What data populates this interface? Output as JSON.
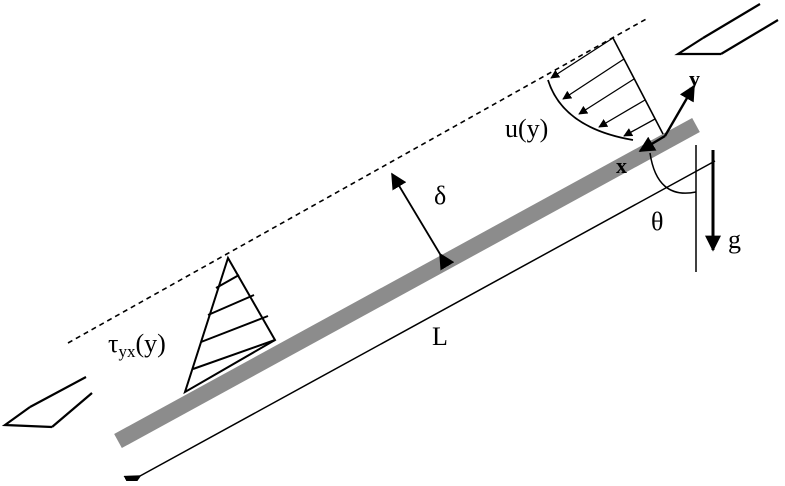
{
  "labels": {
    "delta": "δ",
    "length": "L",
    "theta": "θ",
    "gravity": "g",
    "velocity_profile": "u(y)",
    "axis_x": "x",
    "axis_y": "y",
    "shear_tau": "τ",
    "shear_sub": "yx",
    "shear_arg": "(y)"
  },
  "colors": {
    "plate": "#8c8c8c",
    "ink": "#000000",
    "background": "#ffffff"
  }
}
